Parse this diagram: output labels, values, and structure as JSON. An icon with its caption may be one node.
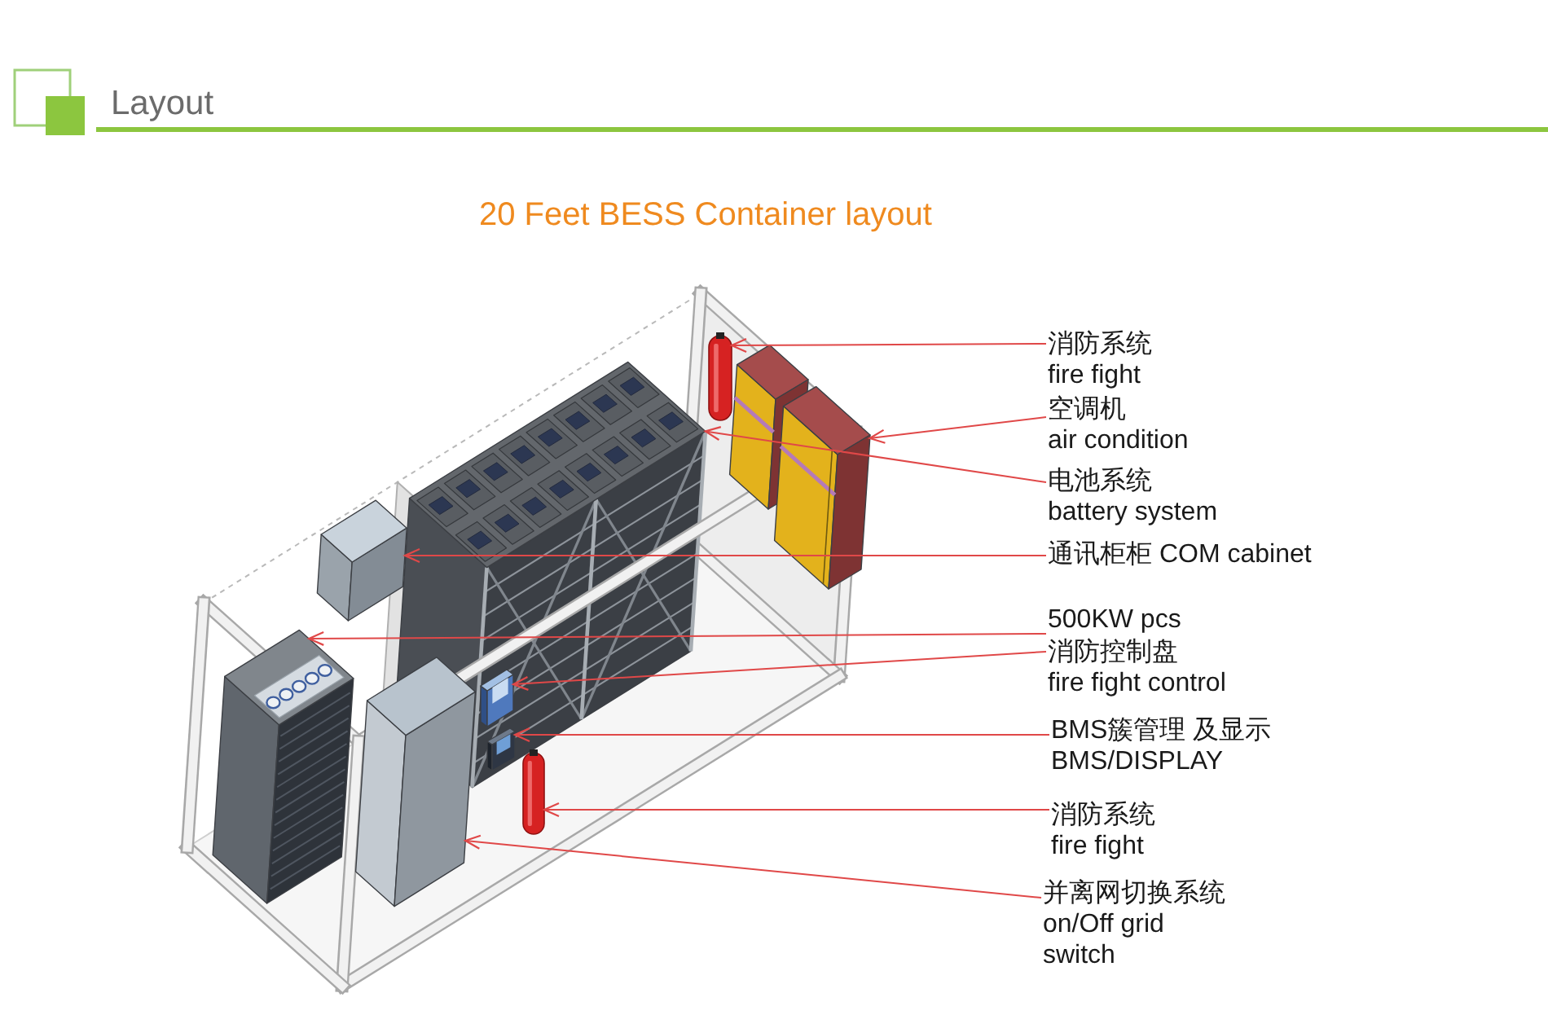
{
  "diagram": {
    "title": "20 Feet BESS Container layout",
    "nodes": [
      {
        "text": [
          "消防系统",
          "fire fight"
        ]
      },
      {
        "text": [
          "空调机",
          "air condition"
        ]
      },
      {
        "text": [
          "电池系统",
          "battery system"
        ]
      },
      {
        "text": [
          "通讯柜柜 COM cabinet"
        ]
      },
      {
        "text": [
          "500KW pcs"
        ]
      },
      {
        "text": [
          "消防控制盘",
          "fire fight control"
        ]
      },
      {
        "text": [
          "BMS簇管理 及显示",
          "BMS/DISPLAY"
        ]
      },
      {
        "text": [
          "消防系统",
          "fire fight"
        ]
      },
      {
        "text": [
          "并离网切换系统",
          "on/Off grid switch"
        ]
      },
      {
        "text": [],
        "shape": "cylinder"
      },
      {
        "text": [],
        "shape": "box"
      },
      {
        "text": [],
        "shape": "box"
      },
      {
        "text": [],
        "shape": "box"
      },
      {
        "text": [],
        "shape": "box"
      },
      {
        "text": [],
        "shape": "box"
      },
      {
        "text": [],
        "shape": "box"
      },
      {
        "text": [],
        "shape": "cylinder"
      },
      {
        "text": [],
        "shape": "box"
      }
    ],
    "edges": [
      {
        "from": 0,
        "to": 9,
        "arrow": "to"
      },
      {
        "from": 1,
        "to": 10,
        "arrow": "to"
      },
      {
        "from": 2,
        "to": 11,
        "arrow": "to"
      },
      {
        "from": 3,
        "to": 12,
        "arrow": "to"
      },
      {
        "from": 4,
        "to": 13,
        "arrow": "to"
      },
      {
        "from": 5,
        "to": 14,
        "arrow": "to"
      },
      {
        "from": 6,
        "to": 15,
        "arrow": "to"
      },
      {
        "from": 7,
        "to": 16,
        "arrow": "to"
      },
      {
        "from": 8,
        "to": 17,
        "arrow": "to"
      }
    ],
    "labels": [
      "Layout"
    ]
  }
}
